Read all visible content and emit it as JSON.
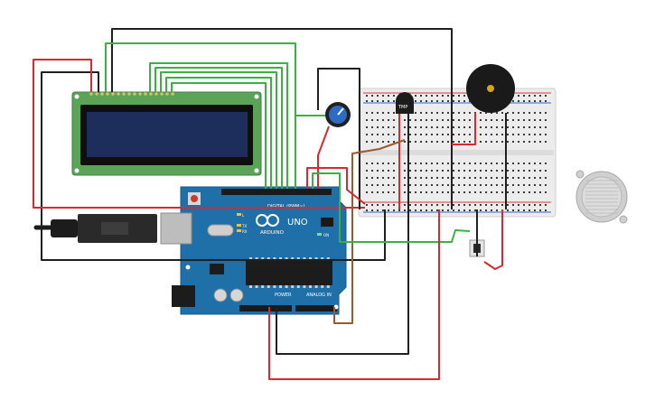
{
  "arduino": {
    "brand_text": "ARDUINO",
    "model_text": "UNO",
    "digital_label": "DIGITAL (PWM~)",
    "power_label": "POWER",
    "analog_label": "ANALOG IN",
    "tx_label": "TX",
    "rx_label": "RX",
    "l_label": "L",
    "on_label": "ON",
    "board_color": "#1f6fa8",
    "header_color": "#1a1a1a"
  },
  "lcd": {
    "pcb_color": "#5aa357",
    "screen_color": "#1d2d5c",
    "frame_color": "#0f0f0f",
    "pin_count": 16
  },
  "temp_sensor": {
    "label": "TMP"
  },
  "breadboard": {
    "body_color": "#ececec",
    "hole_color": "#3a3a3a",
    "rail_red": "#d33b3b",
    "rail_blue": "#3a64c8"
  },
  "wire_colors": {
    "red": "#d9282f",
    "black": "#202020",
    "green": "#3cb043",
    "brown": "#9a5a2e"
  }
}
